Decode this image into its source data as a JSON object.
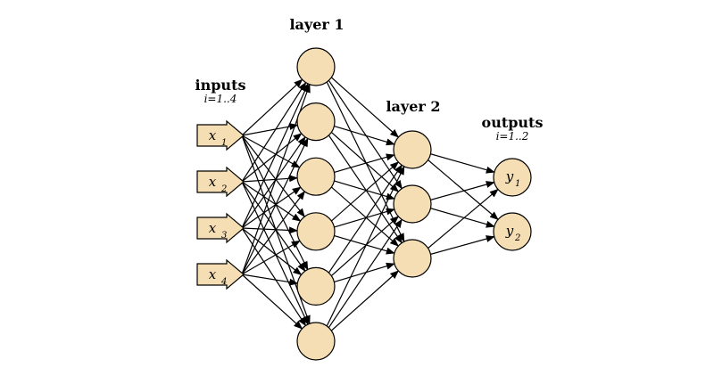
{
  "headers": {
    "inputs": "inputs",
    "inputs_range": "i=1..4",
    "layer1": "layer 1",
    "layer2": "layer 2",
    "outputs": "outputs",
    "outputs_range": "i=1..2"
  },
  "inputs": [
    {
      "var": "x",
      "sub": "1"
    },
    {
      "var": "x",
      "sub": "2"
    },
    {
      "var": "x",
      "sub": "3"
    },
    {
      "var": "x",
      "sub": "4"
    }
  ],
  "outputs": [
    {
      "var": "y",
      "sub": "1"
    },
    {
      "var": "y",
      "sub": "2"
    }
  ],
  "layer1_node_count": 6,
  "layer2_node_count": 3,
  "colors": {
    "node_fill": "#f5deb3",
    "stroke": "#000000"
  }
}
